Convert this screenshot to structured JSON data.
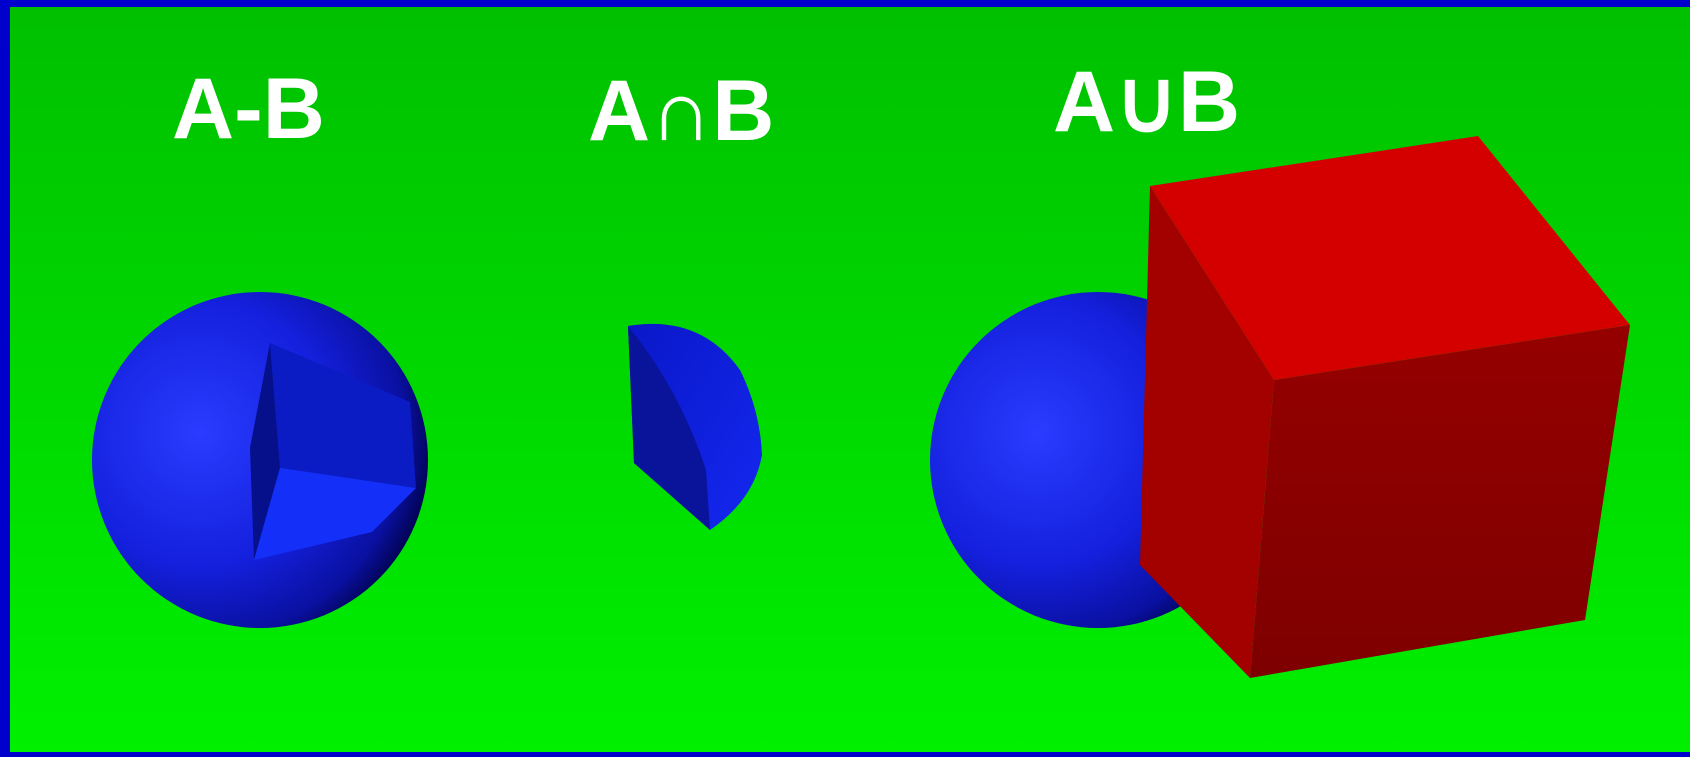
{
  "colors": {
    "frame": "#0000cc",
    "background_top": "#00c000",
    "background_bottom": "#00f000",
    "sphere": "#1a2cff",
    "sphere_dark": "#000055",
    "cube_top": "#d40000",
    "cube_front": "#8c0000",
    "cube_side": "#a00000",
    "label": "#ffffff"
  },
  "labels": {
    "difference": "A-B",
    "intersection": "A∩B",
    "union": "A∪B"
  }
}
